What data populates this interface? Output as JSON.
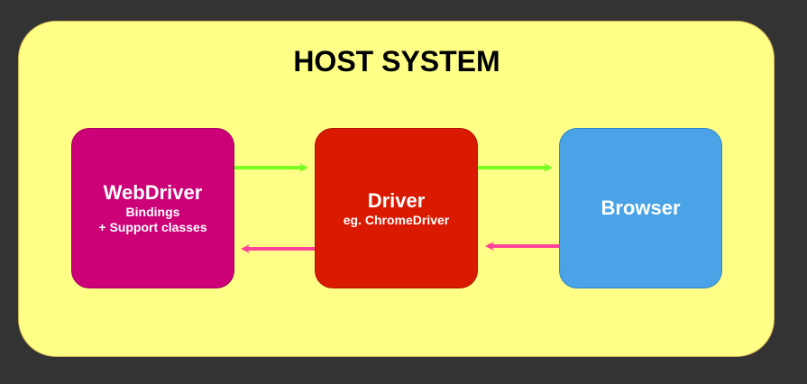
{
  "diagram": {
    "container": {
      "title": "HOST SYSTEM"
    },
    "nodes": {
      "webdriver": {
        "title": "WebDriver",
        "line1": "Bindings",
        "line2": "+ Support classes"
      },
      "driver": {
        "title": "Driver",
        "line1": "eg. ChromeDriver"
      },
      "browser": {
        "title": "Browser"
      }
    },
    "edges": [
      {
        "from": "webdriver",
        "to": "driver",
        "direction": "forward",
        "color": "#77ff22"
      },
      {
        "from": "driver",
        "to": "browser",
        "direction": "forward",
        "color": "#77ff22"
      },
      {
        "from": "driver",
        "to": "webdriver",
        "direction": "back",
        "color": "#ff4499"
      },
      {
        "from": "browser",
        "to": "driver",
        "direction": "back",
        "color": "#ff4499"
      }
    ],
    "colors": {
      "background": "#333333",
      "container_fill": "#ffff88",
      "webdriver_fill": "#cc0077",
      "driver_fill": "#d91a00",
      "browser_fill": "#4aa3e6"
    }
  }
}
